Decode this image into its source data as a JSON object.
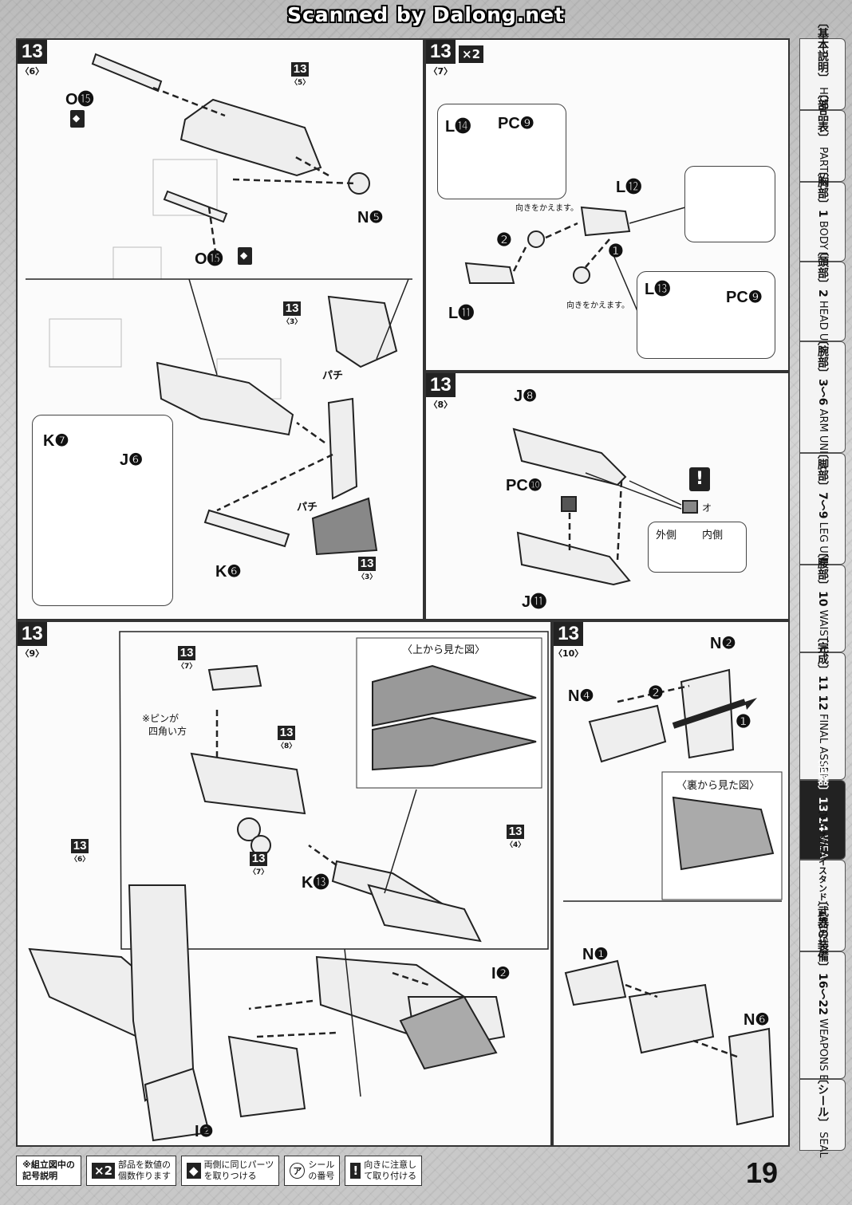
{
  "watermark": "Scanned by Dalong.net",
  "panels": {
    "p6": {
      "step": "13",
      "sub": "〈6〉",
      "mini": [
        {
          "num": "13",
          "sub": "〈5〉"
        },
        {
          "num": "13",
          "sub": "〈3〉"
        },
        {
          "num": "13",
          "sub": "〈3〉"
        }
      ],
      "labels": [
        "O⓯",
        "N❺",
        "O⓯",
        "K❼",
        "J❻",
        "K❻"
      ],
      "sfx": [
        "パチ",
        "パチ"
      ]
    },
    "p7": {
      "step": "13",
      "sub": "〈7〉",
      "x2": "×2",
      "labels": [
        "L⓮",
        "PC❾",
        "L⓬",
        "L⓫",
        "L⓭",
        "PC❾"
      ],
      "notes": [
        "向きをかえます。",
        "向きをかえます。"
      ],
      "arrows": [
        "❷",
        "❶"
      ]
    },
    "p8": {
      "step": "13",
      "sub": "〈8〉",
      "labels": [
        "J❽",
        "PC❿",
        "J⓫"
      ],
      "caution": "!",
      "seal": "オ",
      "outer": "外側",
      "inner": "内側"
    },
    "p9": {
      "step": "13",
      "sub": "〈9〉",
      "mini": [
        {
          "num": "13",
          "sub": "〈7〉"
        },
        {
          "num": "13",
          "sub": "〈8〉"
        },
        {
          "num": "13",
          "sub": "〈7〉"
        },
        {
          "num": "13",
          "sub": "〈4〉"
        },
        {
          "num": "13",
          "sub": "〈6〉"
        }
      ],
      "pin_note": [
        "※ピンが",
        "四角い方"
      ],
      "top_view": "〈上から見た図〉",
      "labels": [
        "K⓭",
        "I❷",
        "I❷"
      ]
    },
    "p10": {
      "step": "13",
      "sub": "〈10〉",
      "labels": [
        "N❷",
        "N❹",
        "N❶",
        "N❻"
      ],
      "arrows": [
        "❷",
        "❶"
      ],
      "bottom_view": "〈裏から見た図〉"
    }
  },
  "sidebar": [
    {
      "jp": "〔基本説明〕",
      "en": "HOW TO"
    },
    {
      "jp": "〔部品表〕",
      "en": "PARTS LIST"
    },
    {
      "jp": "〔胸部〕1",
      "en": "BODY UNIT"
    },
    {
      "jp": "〔頭部〕2",
      "en": "HEAD UNIT"
    },
    {
      "jp": "〔腕部〕3〜6",
      "en": "ARM UNIT"
    },
    {
      "jp": "〔脚部〕7〜9",
      "en": "LEG UNIT"
    },
    {
      "jp": "〔腰部〕10",
      "en": "WAIST UNIT"
    },
    {
      "jp": "〔完成〕11 12",
      "en": "FINAL ASSEMBLE"
    },
    {
      "jp": "〔武器〕13 14",
      "en": "WEAPONS"
    },
    {
      "jp": "〔ディスプレイスタンド〕15",
      "en": "DISPLAY STAND"
    },
    {
      "jp": "〔武器の装備〕16〜22",
      "en": "WEAPONS EQUIPMENT"
    },
    {
      "jp": "〔シール〕",
      "en": "SEAL"
    }
  ],
  "legend": {
    "head": "※組立図中の\n記号説明",
    "items": [
      {
        "icon": "×2",
        "text": "部品を数値の\n個数作ります"
      },
      {
        "icon": "◆",
        "text": "両側に同じパーツ\nを取りつける"
      },
      {
        "icon": "ア",
        "text": "シール\nの番号"
      },
      {
        "icon": "!",
        "text": "向きに注意し\nて取り付ける"
      }
    ]
  },
  "page_number": "19",
  "colors": {
    "panel_bg": "#fbfbfb",
    "tab_active": "#222222",
    "scan_bg": "#c8c8c8"
  }
}
